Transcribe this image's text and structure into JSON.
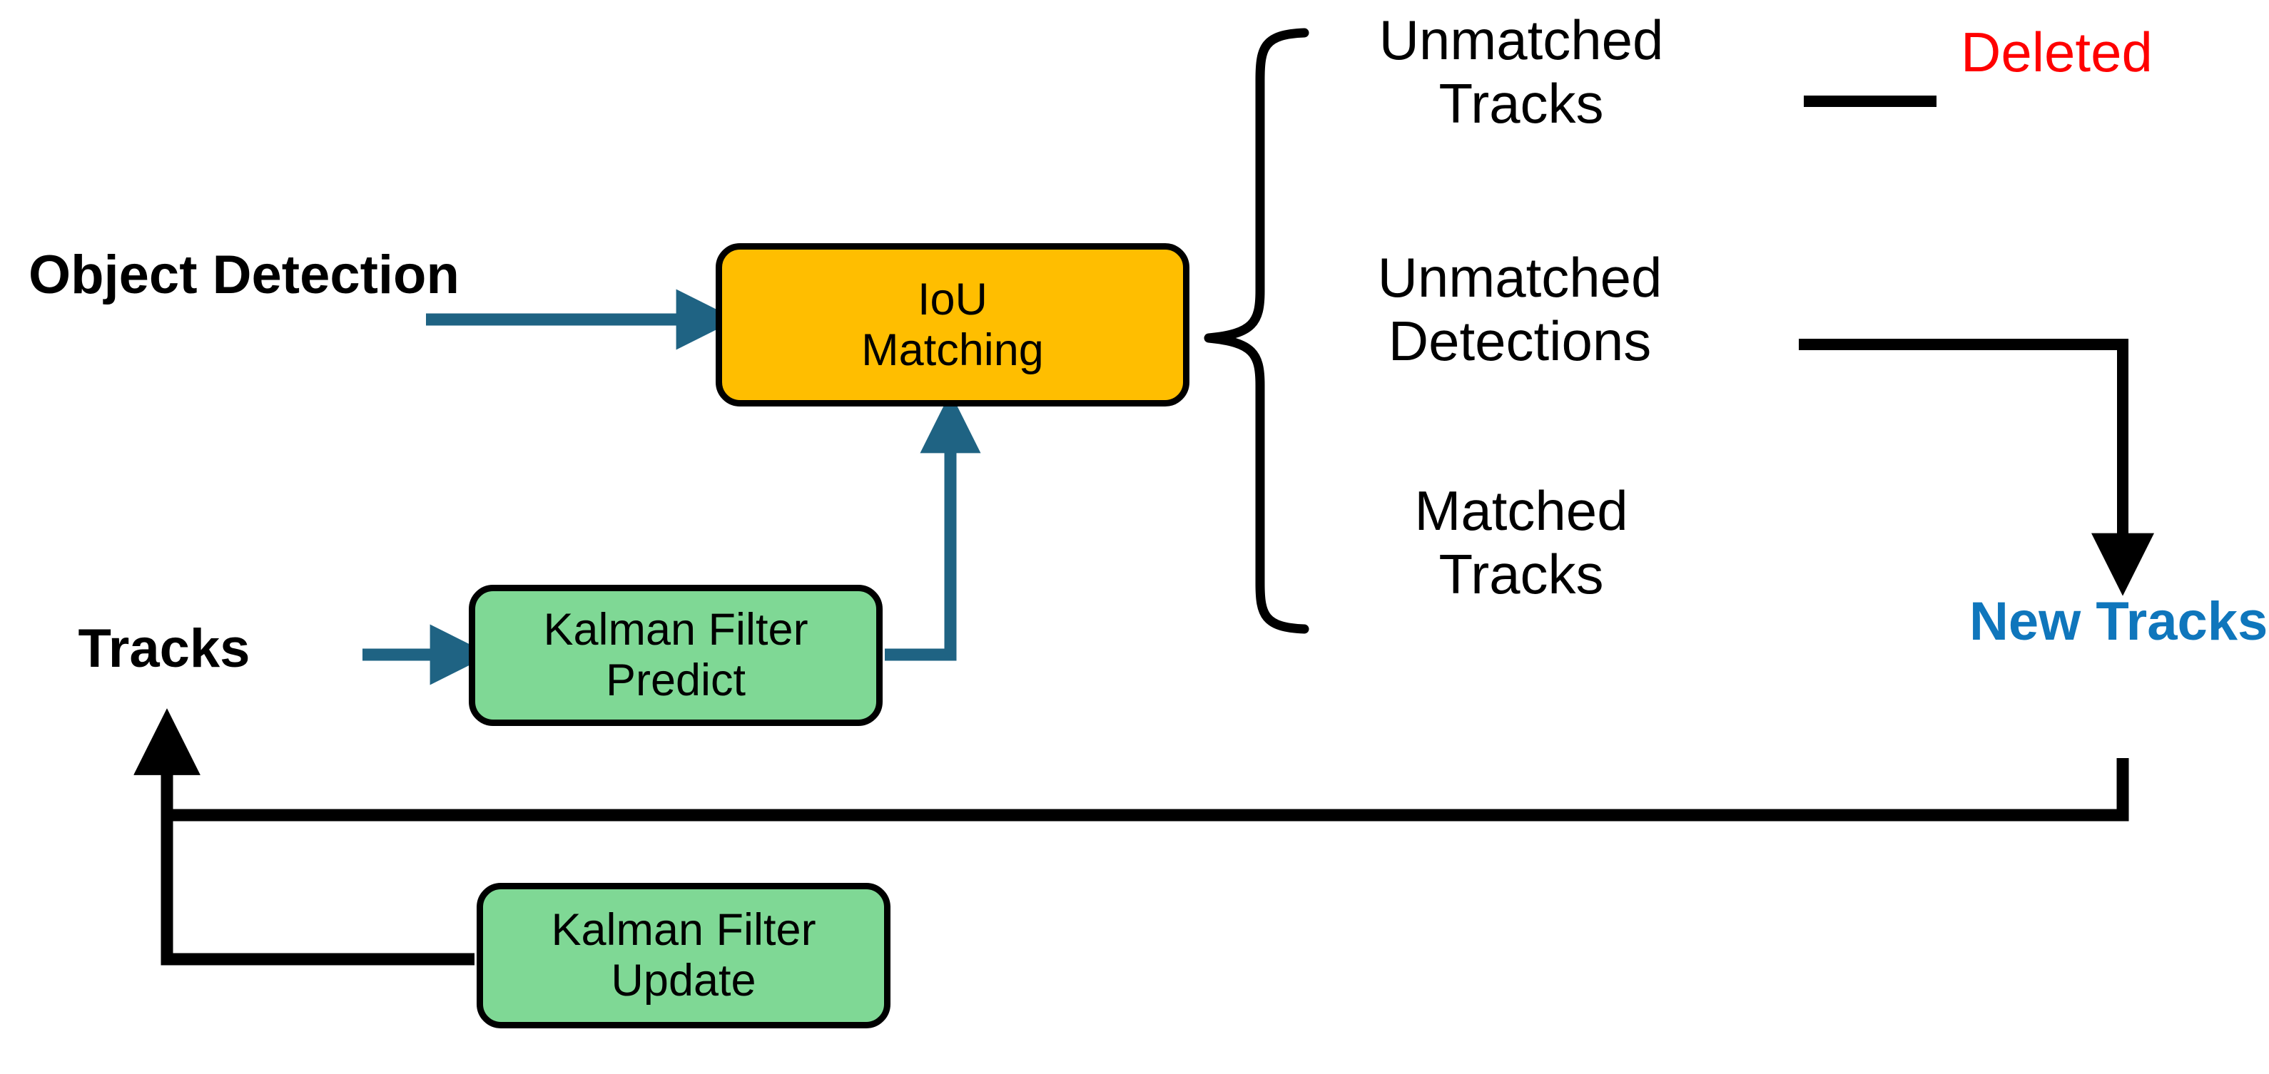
{
  "diagram": {
    "title": "IoU Matching tracking pipeline",
    "background_color": "#FFFFFF",
    "colors": {
      "iou_box_fill": "#FFBE00",
      "kalman_box_fill": "#7FD895",
      "box_border": "#000000",
      "teal_arrow": "#1F6383",
      "black_connector": "#000000",
      "deleted_text": "#FF0000",
      "new_tracks_text": "#0F76BC"
    },
    "inputs": {
      "object_detection": {
        "line1": "Object",
        "line2": "Detection"
      },
      "tracks": {
        "line1": "Tracks"
      }
    },
    "process_boxes": [
      {
        "id": "iou-matching",
        "line1": "IoU",
        "line2": "Matching",
        "fill": "#FFBE00"
      },
      {
        "id": "kalman-filter-predict",
        "line1": "Kalman Filter",
        "line2": "Predict",
        "fill": "#7FD895"
      },
      {
        "id": "kalman-filter-update",
        "line1": "Kalman Filter",
        "line2": "Update",
        "fill": "#7FD895"
      }
    ],
    "outputs": [
      {
        "id": "unmatched-tracks",
        "line1": "Unmatched",
        "line2": "Tracks"
      },
      {
        "id": "unmatched-detections",
        "line1": "Unmatched",
        "line2": "Detections"
      },
      {
        "id": "matched-tracks",
        "line1": "Matched",
        "line2": "Tracks"
      }
    ],
    "terminals": {
      "deleted": "Deleted",
      "new_tracks": {
        "line1": "New",
        "line2": "Tracks"
      }
    },
    "edges": [
      {
        "id": "object-detection-to-iou",
        "from": "Object Detection",
        "to": "IoU Matching",
        "color": "#1F6383",
        "style": "straight-arrow"
      },
      {
        "id": "tracks-to-kalman-predict",
        "from": "Tracks",
        "to": "Kalman Filter Predict",
        "color": "#1F6383",
        "style": "straight-arrow"
      },
      {
        "id": "kalman-predict-to-iou",
        "from": "Kalman Filter Predict",
        "to": "IoU Matching",
        "color": "#1F6383",
        "style": "elbow-arrow"
      },
      {
        "id": "iou-outputs-brace",
        "from": "IoU Matching",
        "to": "outputs",
        "color": "#000000",
        "style": "curly-brace"
      },
      {
        "id": "unmatched-tracks-to-deleted",
        "from": "Unmatched Tracks",
        "to": "Deleted",
        "color": "#000000",
        "style": "plain-line"
      },
      {
        "id": "unmatched-detections-to-new-tracks",
        "from": "Unmatched Detections",
        "to": "New Tracks",
        "color": "#000000",
        "style": "elbow-arrow"
      },
      {
        "id": "new-tracks-feedback-to-tracks",
        "from": "New Tracks",
        "to": "Tracks",
        "color": "#000000",
        "style": "feedback-loop-arrow"
      },
      {
        "id": "kalman-update-feedback-to-tracks",
        "from": "Kalman Filter Update",
        "to": "Tracks",
        "color": "#000000",
        "style": "feedback-loop-arrow"
      }
    ]
  }
}
